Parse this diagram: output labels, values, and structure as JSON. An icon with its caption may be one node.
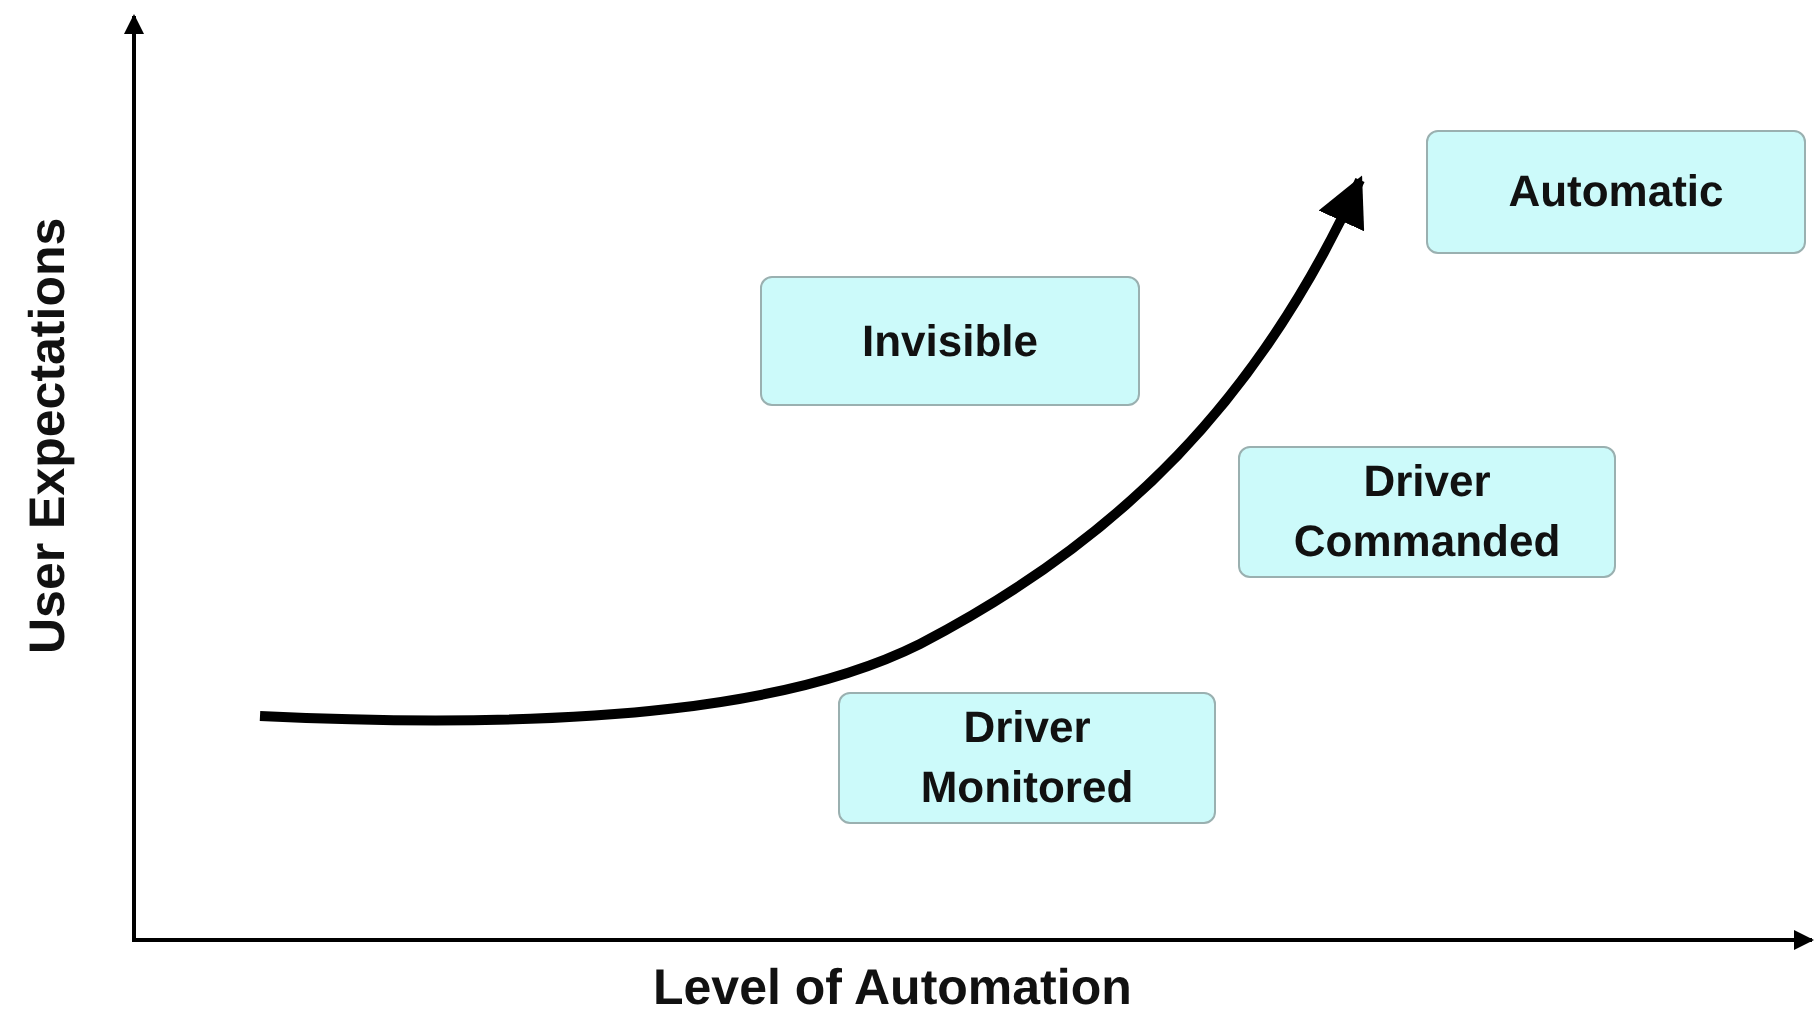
{
  "diagram": {
    "nodes": [
      {
        "text": [
          "Automatic"
        ]
      },
      {
        "text": [
          "Invisible"
        ]
      },
      {
        "text": [
          "Driver Commanded"
        ]
      },
      {
        "text": [
          "Driver Monitored"
        ]
      }
    ],
    "labels": [
      "User Expectations",
      "Level of Automation"
    ]
  }
}
